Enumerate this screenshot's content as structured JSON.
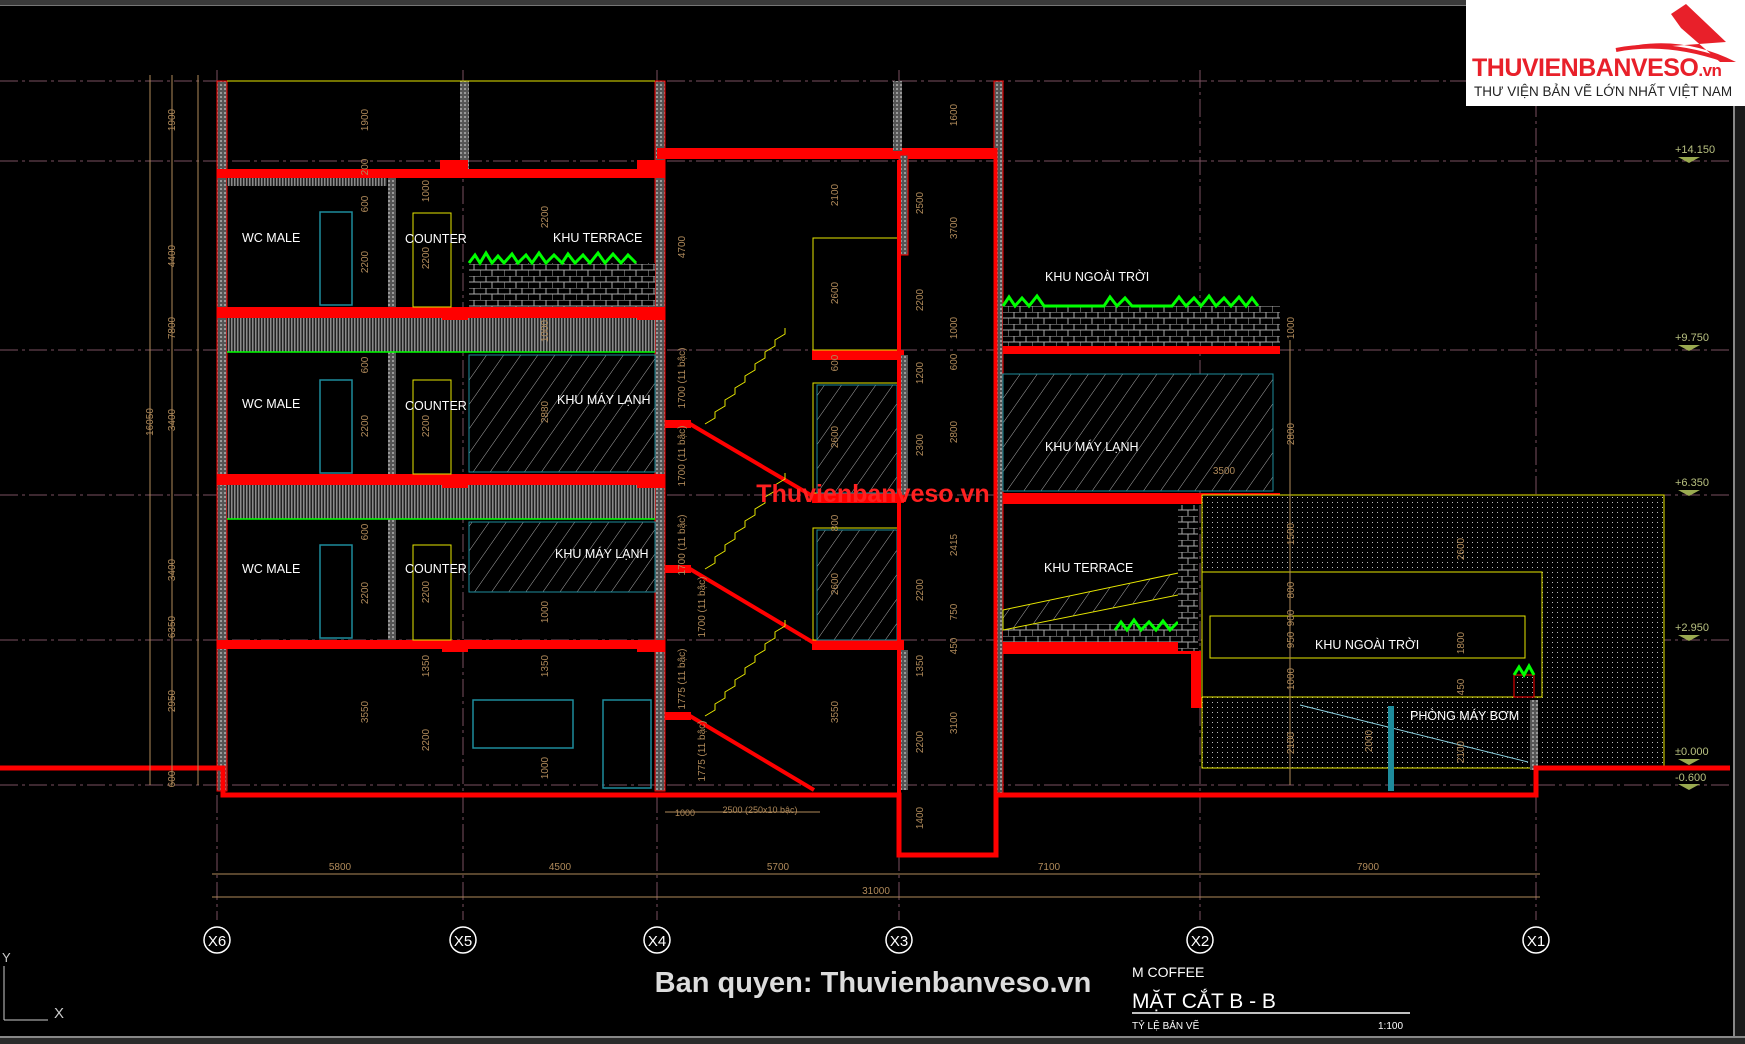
{
  "drawing": {
    "project": "M COFFEE",
    "title": "MẶT CẮT B - B",
    "scale_label": "TỶ LỆ BẢN VẼ",
    "scale": "1:100"
  },
  "logo": {
    "brand": "THUVIENBANVESO",
    "brand_suffix": ".vn",
    "tagline": "THƯ VIỆN BẢN VẼ LỚN NHẤT VIỆT NAM"
  },
  "watermarks": {
    "center": "Thuvienbanveso.vn",
    "copyright": "Ban quyen: Thuvienbanveso.vn"
  },
  "grid_axes": [
    "X6",
    "X5",
    "X4",
    "X3",
    "X2",
    "X1"
  ],
  "elevations": [
    "+14.150",
    "+9.750",
    "+6.350",
    "+2.950",
    "±0.000",
    "-0.600"
  ],
  "rooms": [
    "WC MALE",
    "WC MALE",
    "WC MALE",
    "COUNTER",
    "COUNTER",
    "COUNTER",
    "KHU TERRACE",
    "KHU MÁY LẠNH",
    "KHU MÁY LẠNH",
    "KHU NGOÀI TRỜI",
    "KHU MÁY LẠNH",
    "KHU TERRACE",
    "KHU NGOÀI TRỜI",
    "PHÒNG MÁY BƠM"
  ],
  "dims": {
    "bottom": [
      "5800",
      "4500",
      "5700",
      "7100",
      "7900"
    ],
    "total": "31000",
    "stair": [
      "1000",
      "2500 (250x10 bậc)"
    ],
    "horizontal_other": [
      "3500"
    ],
    "vertical": [
      "16050",
      "7800",
      "6350",
      "1900",
      "4400",
      "3400",
      "3400",
      "2950",
      "600",
      "1900",
      "200",
      "600",
      "2200",
      "600",
      "2200",
      "600",
      "2200",
      "3550",
      "1000",
      "2200",
      "2200",
      "2200",
      "1350",
      "2200",
      "2200",
      "1000",
      "2880",
      "1000",
      "1350",
      "1000",
      "4700",
      "1700 (11 bậc)",
      "1700 (11 bậc)",
      "1700 (11 bậc)",
      "1700 (11 bậc)",
      "1775 (11 bậc)",
      "1775 (11 bậc)",
      "2100",
      "2600",
      "600",
      "2600",
      "800",
      "2600",
      "3550",
      "2500",
      "2200",
      "1200",
      "2300",
      "2200",
      "1350",
      "2200",
      "1400",
      "1600",
      "3700",
      "1000",
      "600",
      "2800",
      "2415",
      "750",
      "450",
      "3100",
      "1000",
      "2800",
      "1500",
      "800",
      "900",
      "950",
      "1000",
      "2100",
      "2600",
      "1800",
      "450",
      "2100",
      "2000"
    ]
  },
  "ucs": {
    "y": "Y",
    "x": "X"
  },
  "colors": {
    "slab": "#ff0000",
    "wall": "#7f7f7f",
    "outline": "#e6e600",
    "glass": "#1e8c9c",
    "plant": "#00ff00",
    "dimension": "#b08a5a",
    "axis": "#7a5060",
    "background": "#000000"
  }
}
